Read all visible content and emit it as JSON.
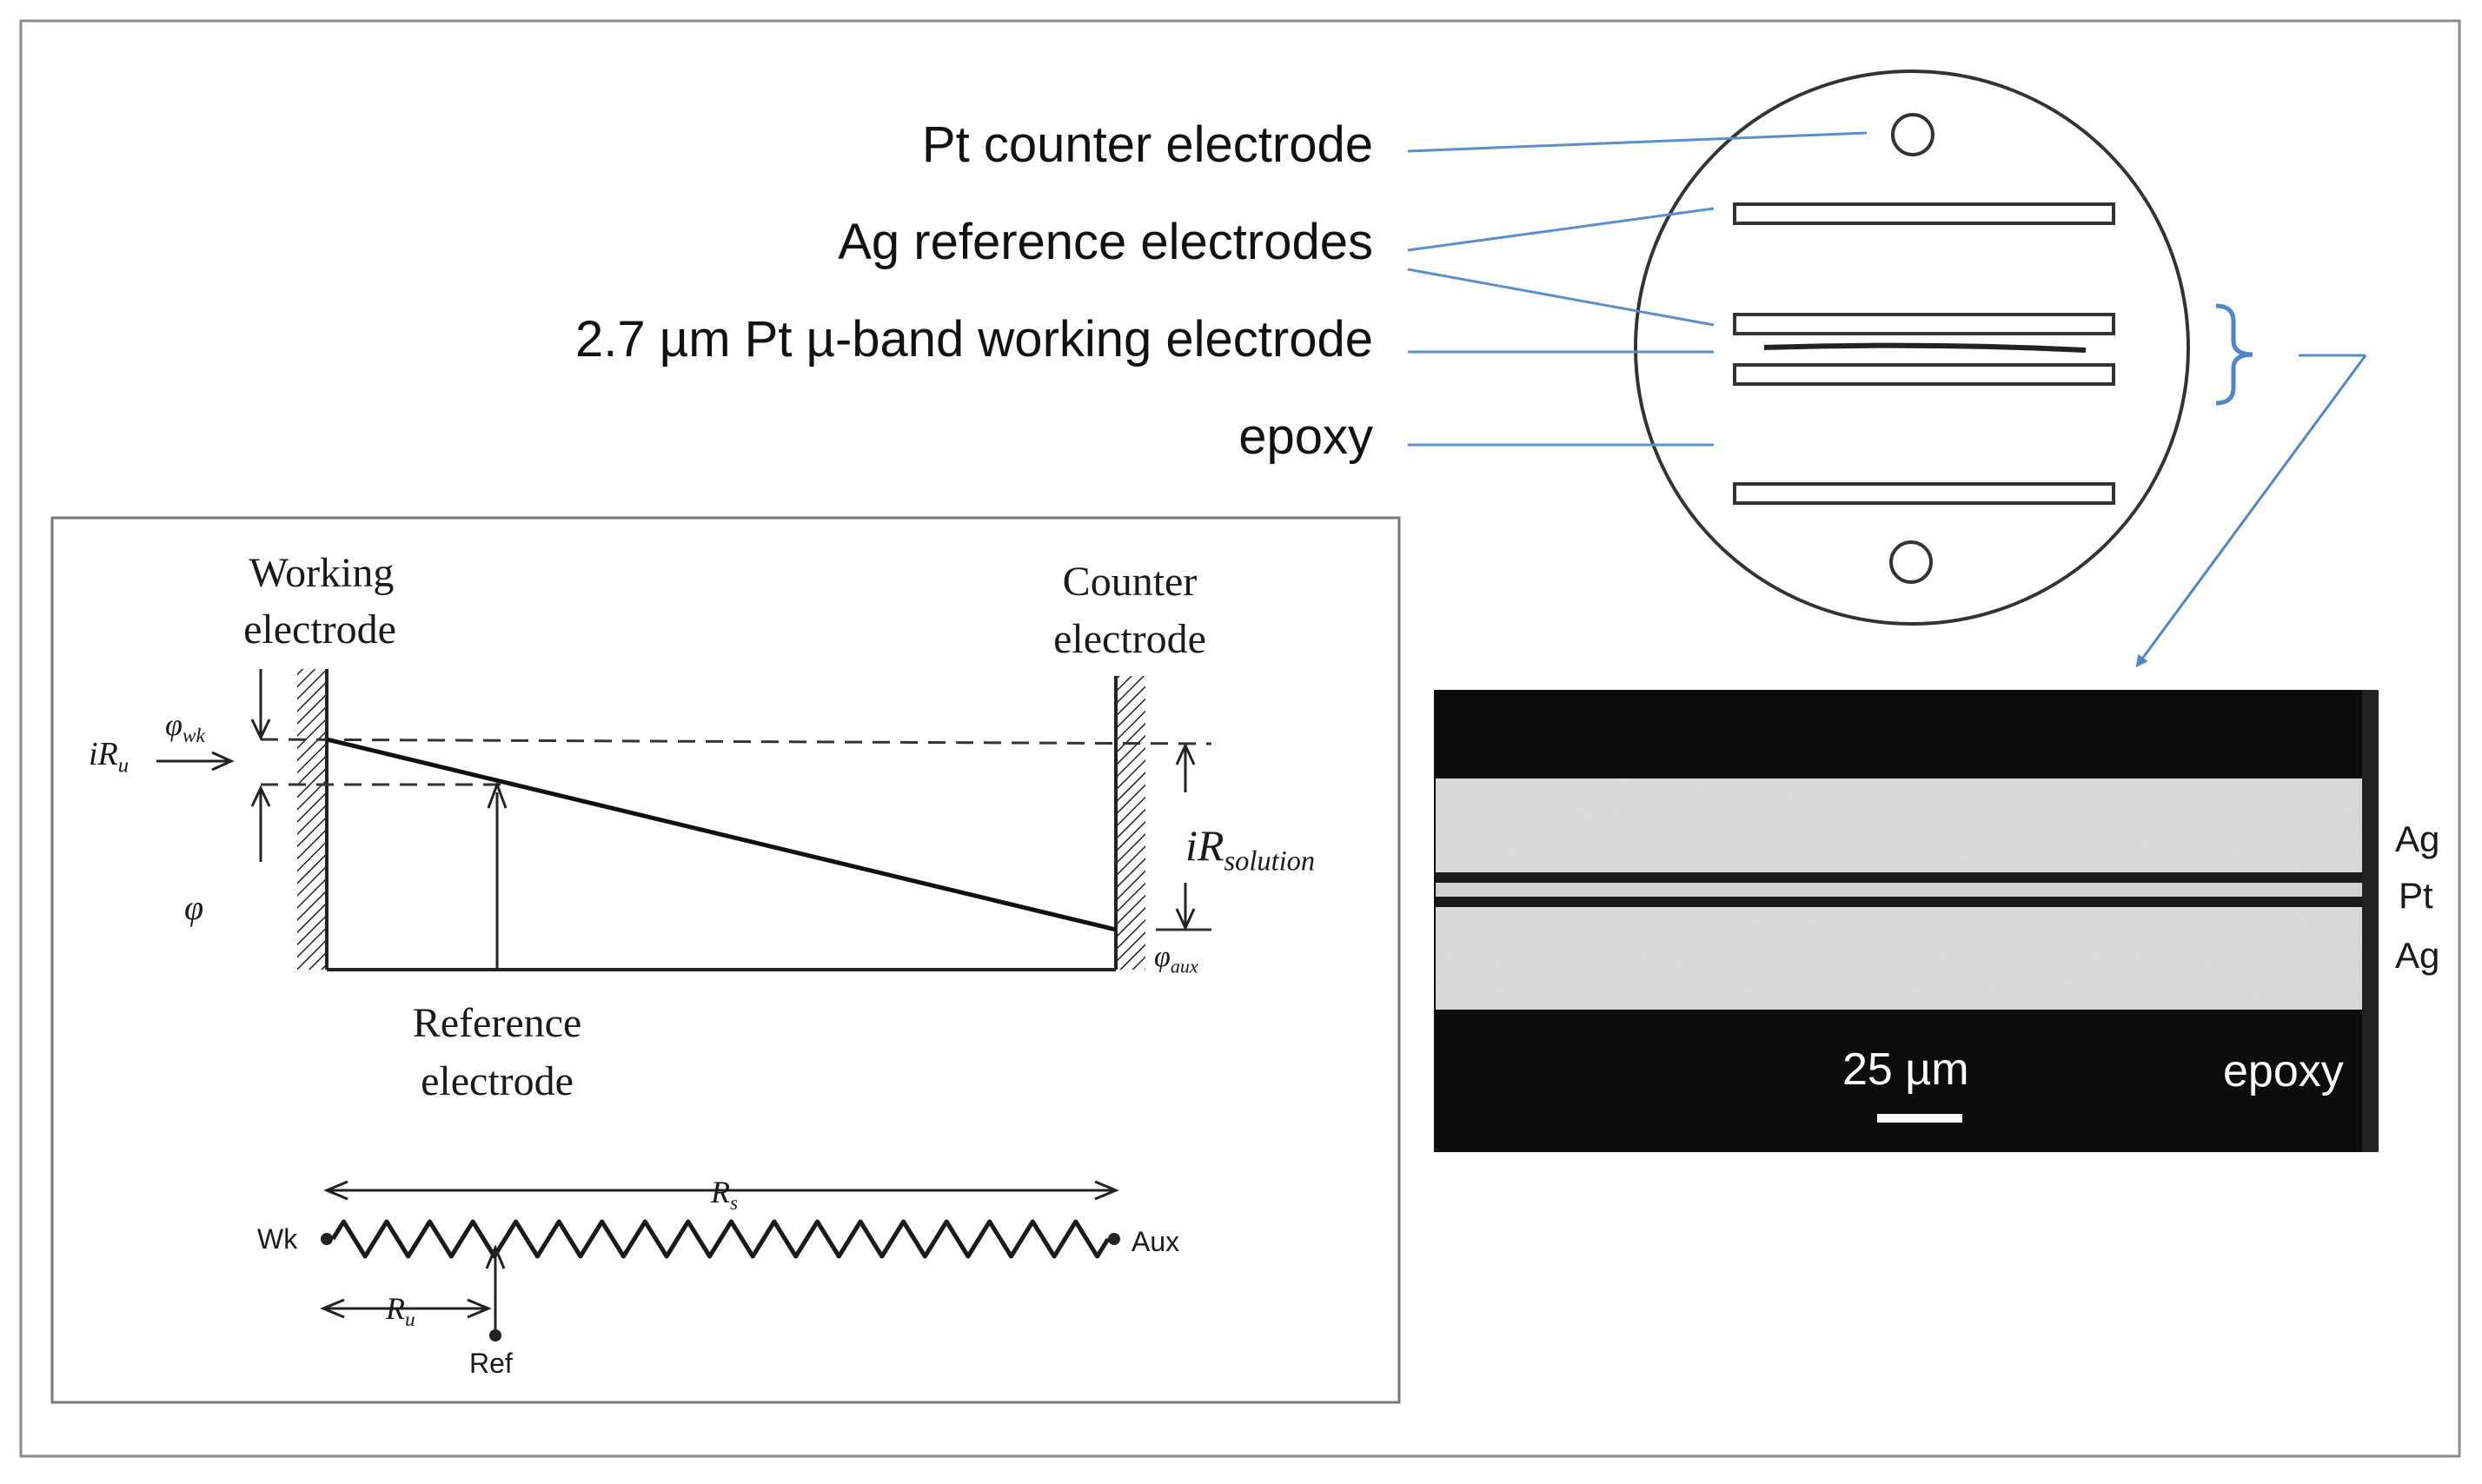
{
  "legend_labels": {
    "pt_counter": "Pt counter electrode",
    "ag_reference": "Ag reference electrodes",
    "working": "2.7 µm Pt µ-band working electrode",
    "epoxy": "epoxy"
  },
  "potential_diagram": {
    "working_line1": "Working",
    "working_line2": "electrode",
    "counter_line1": "Counter",
    "counter_line2": "electrode",
    "reference_line1": "Reference",
    "reference_line2": "electrode",
    "phi_wk": "φwk",
    "phi": "φ",
    "phi_aux": "φaux",
    "i_r_u": "iRu",
    "i_r_solution": "iRsolution"
  },
  "resistor_circuit": {
    "wk": "Wk",
    "aux": "Aux",
    "ref": "Ref",
    "r_s": "Rs",
    "r_u": "Ru"
  },
  "micrograph": {
    "ag_top": "Ag",
    "pt": "Pt",
    "ag_bottom": "Ag",
    "epoxy": "epoxy",
    "scale_bar": "25 µm"
  },
  "colors": {
    "leader_line": "#5b8fc9",
    "bracket": "#4f86c6",
    "ink": "#1a1a1a"
  }
}
